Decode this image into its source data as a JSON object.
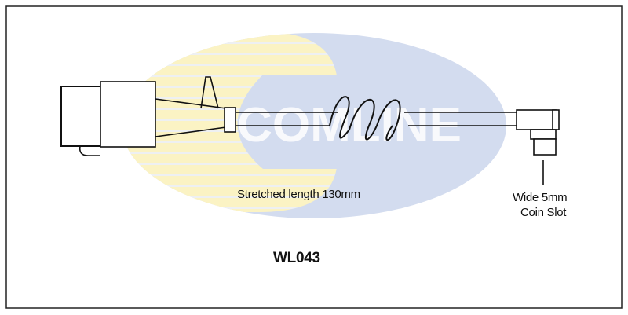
{
  "watermark": {
    "text": "COMLINE",
    "colors": {
      "yellow": "#f8eeb0",
      "blue": "#cfd9ee"
    }
  },
  "labels": {
    "stretched_length": "Stretched length 130mm",
    "slot_line1": "Wide 5mm",
    "slot_line2": "Coin Slot",
    "part_number": "WL043"
  }
}
